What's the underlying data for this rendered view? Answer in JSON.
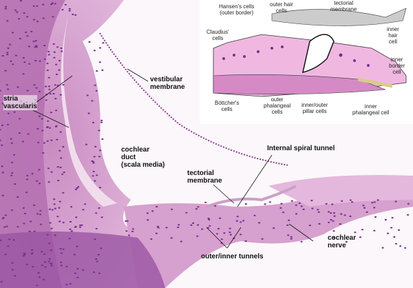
{
  "main_labels": {
    "stria_vascularis": "stria\nvascularis",
    "vestibular_membrane": "vestibular\nmembrane",
    "cochlear_duct": "cochlear\nduct\n(scala media)",
    "internal_spiral_tunnel": "Internal spiral tunnel",
    "tectorial_membrane": "tectorial\nmembrane",
    "outer_inner_tunnels": "outer/inner tunnels",
    "cochlear_nerve": "cochlear\nnerve"
  },
  "inset_labels": {
    "hansens_cells": "Hansen's cells\n(outer border)",
    "outer_hair_cells": "outer hair\ncells",
    "tectorial_membrane": "tectorial\nmembrane",
    "claudius_cells": "Claudius'\ncells",
    "inner_hair_cell": "inner\nhair\ncell",
    "inner_border_cell": "inner\nborder\ncell",
    "bottchers_cells": "Böttcher's\ncells",
    "outer_phalangeal_cells": "outer\nphalangeal\ncells",
    "inner_outer_pillar_cells": "inner/outer\npillar cells",
    "inner_phalangeal_cell": "inner\nphalangeal cell"
  },
  "colors": {
    "tissue": "#d9a3cf",
    "nuclei": "#7a2f8f",
    "dark": "#8e4a9e",
    "inset_cell": "#f0b8e0"
  }
}
